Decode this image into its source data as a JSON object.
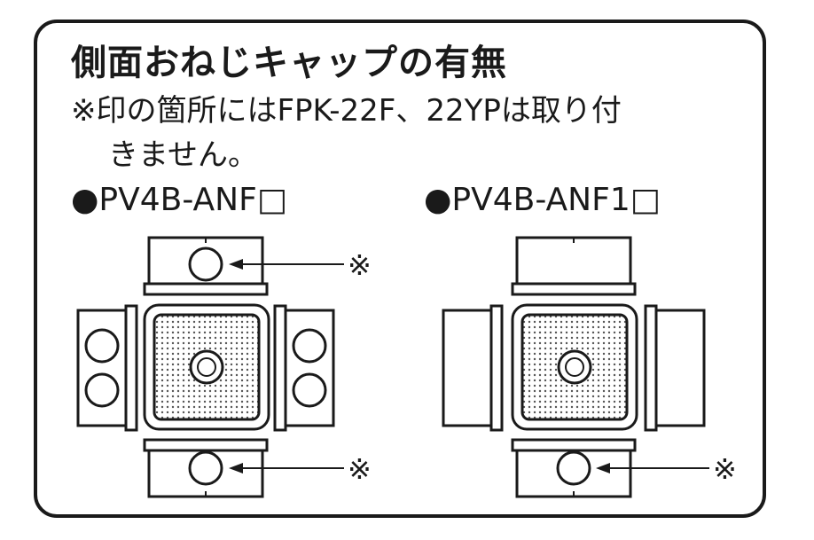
{
  "title": "側面おねじキャップの有無",
  "note": {
    "line1": "※印の箇所にはFPK-22F、22YPは取り付",
    "line2": "きません。"
  },
  "models": [
    {
      "label": "●PV4B-ANF□",
      "mark_top": "※",
      "mark_bottom": "※"
    },
    {
      "label": "●PV4B-ANF1□",
      "mark_bottom": "※"
    }
  ],
  "colors": {
    "line": "#1a1a1a",
    "fill": "#ffffff",
    "grid": "#555555"
  }
}
